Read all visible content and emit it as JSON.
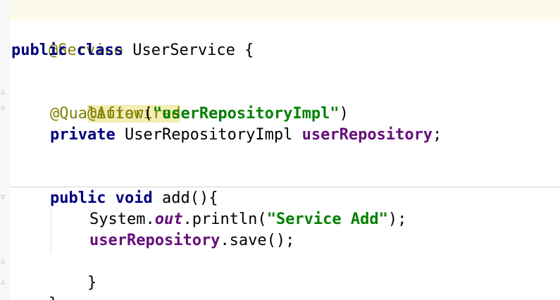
{
  "editor": {
    "lines": {
      "l1": {
        "annotation": "@Service"
      },
      "l2": {
        "kw_public": "public",
        "kw_class": "class",
        "class_name": " UserService ",
        "brace_open": "{"
      },
      "l4": {
        "annotation": "@Autowired"
      },
      "l5": {
        "annotation": "@Qualifier",
        "paren_open": "(",
        "string": "\"userRepositoryImpl\"",
        "paren_close": ")"
      },
      "l6": {
        "kw_private": "private",
        "type": " UserRepositoryImpl ",
        "field": "userRepository",
        "semicolon": ";"
      },
      "l9": {
        "kw_public": "public",
        "kw_void": "void",
        "method": " add(){"
      },
      "l10": {
        "receiver": "System.",
        "static_field": "out",
        "call": ".println(",
        "string": "\"Service Add\"",
        "end": ");"
      },
      "l11": {
        "field": "userRepository",
        "call": ".save();"
      },
      "l12": {
        "brace_close": "}"
      },
      "l13": {
        "brace_close": "}"
      }
    }
  }
}
